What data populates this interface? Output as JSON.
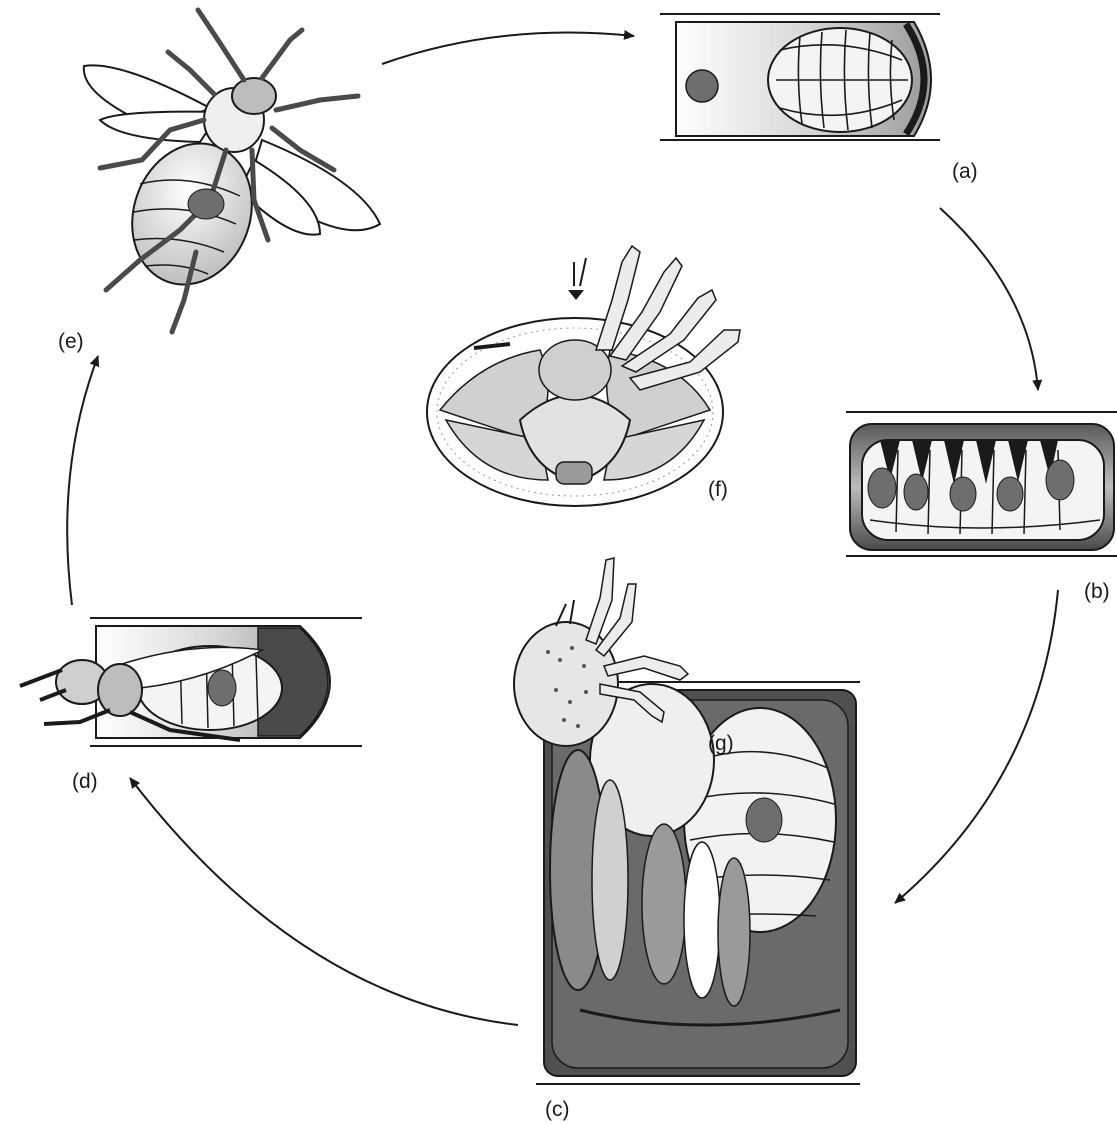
{
  "labels": {
    "a": "(a)",
    "b": "(b)",
    "c": "(c)",
    "d": "(d)",
    "e": "(e)",
    "f": "(f)",
    "g": "(g)"
  },
  "colors": {
    "ink": "#1a1a1a",
    "mite": "#6e6e6e",
    "cell_dark": "#4a4a4a",
    "cell_light": "#f2f2f2",
    "body_mid": "#bdbdbd"
  }
}
